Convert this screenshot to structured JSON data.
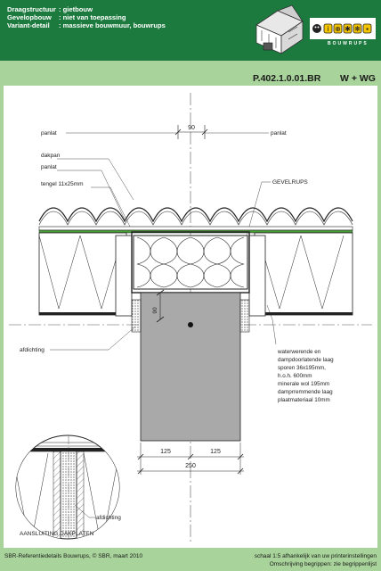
{
  "header": {
    "rows": [
      {
        "key": "Draagstructuur",
        "sep": ":",
        "value": "gietbouw"
      },
      {
        "key": "Gevelopbouw",
        "sep": ":",
        "value": "niet van toepassing"
      },
      {
        "key": "Variant-detail",
        "sep": ":",
        "value": "massieve bouwmuur, bouwrups"
      }
    ],
    "logo_text": "BOUWRUPS",
    "logo_icon": "bouwrups-caterpillar-icon",
    "house_icon": "house-isometric-icon"
  },
  "detail_code": "P.402.1.0.01.BR",
  "detail_variant": "W + WG",
  "drawing": {
    "labels": {
      "panlat_left": "panlat",
      "panlat_right": "panlat",
      "dakpan": "dakpan",
      "panlat2": "panlat",
      "tengel": "tengel 11x25mm",
      "gevelrups": "GEVELRUPS",
      "afdichting": "afdichting",
      "afdichting2": "afdichting",
      "aansluiting": "AANSLUITING DAKPLATEN"
    },
    "dims": {
      "top": "90",
      "vertical": "90",
      "left": "125",
      "right": "125",
      "total": "250"
    },
    "notes": [
      "waterwerende en",
      "dampdoorlatende laag",
      "sporen 36x195mm,",
      "h.o.h. 600mm",
      "minerale wol 195mm",
      "damprremmende laag",
      "plaatmateriaal 10mm"
    ]
  },
  "footer": {
    "left": "SBR-Referentiedetails Bouwrups, © SBR, maart 2010",
    "right1": "schaal 1:5 afhankelijk van uw printerinstellingen",
    "right2": "Omschrijving begrippen: zie begrippenlijst"
  },
  "colors": {
    "header_bg": "#1d7a3f",
    "page_bg": "#a8d39a",
    "wall_grey": "#a9a9a9",
    "accent_green": "#4a9a3a"
  }
}
